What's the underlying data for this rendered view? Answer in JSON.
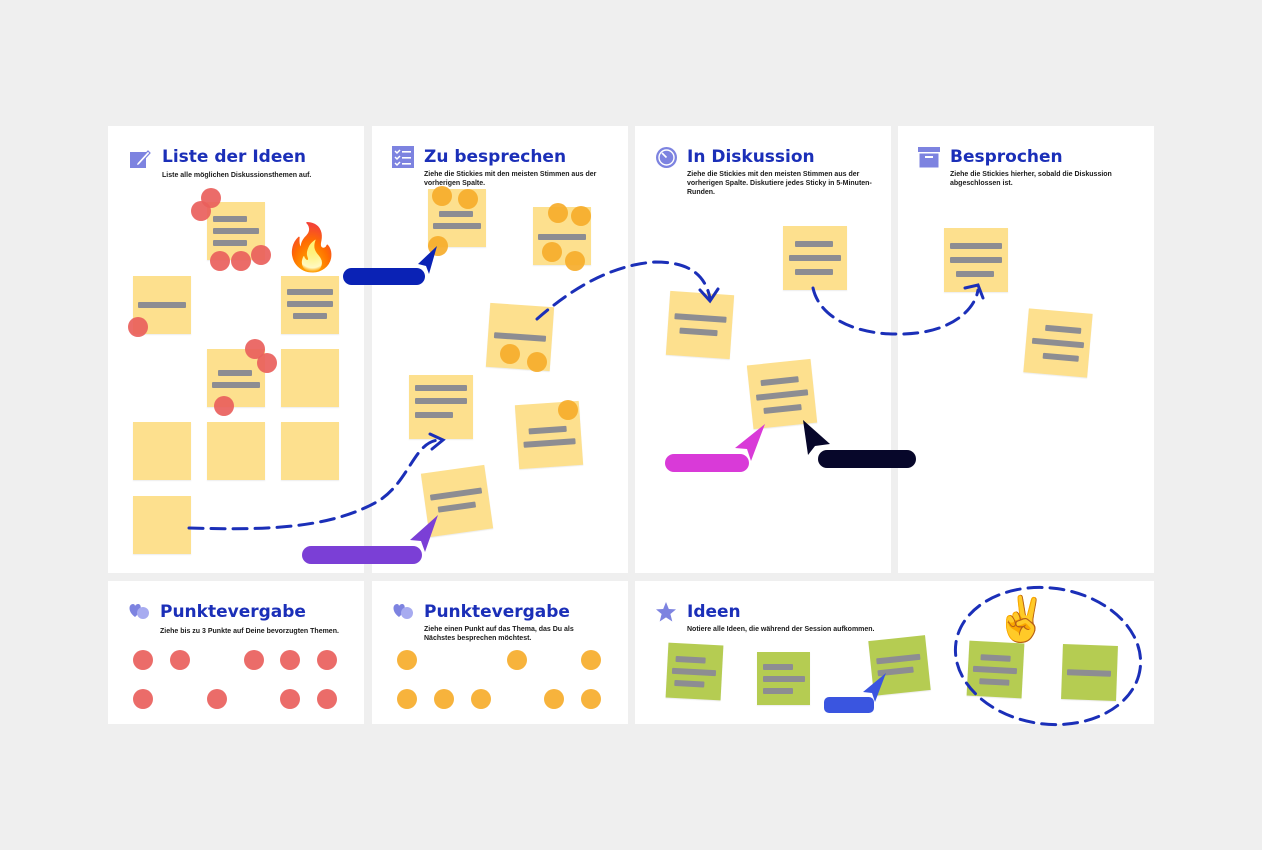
{
  "board": {
    "columns": [
      {
        "title": "Liste der Ideen",
        "icon": "pencil-edit-icon",
        "description": "Liste alle möglichen Diskussionsthemen auf."
      },
      {
        "title": "Zu besprechen",
        "icon": "checklist-icon",
        "description": "Ziehe die Stickies mit den meisten Stimmen aus der vorherigen Spalte."
      },
      {
        "title": "In Diskussion",
        "icon": "timer-icon",
        "description": "Ziehe die Stickies mit den meisten Stimmen aus der vorherigen Spalte. Diskutiere jedes Sticky in 5-Minuten-Runden."
      },
      {
        "title": "Besprochen",
        "icon": "archive-box-icon",
        "description": "Ziehe die Stickies hierher, sobald die Diskussion abgeschlossen ist."
      }
    ],
    "bottom_panels": [
      {
        "title": "Punktevergabe",
        "icon": "hearts-icon",
        "description": "Ziehe bis zu 3 Punkte auf Deine bevorzugten Themen."
      },
      {
        "title": "Punktevergabe",
        "icon": "hearts-icon",
        "description": "Ziehe einen Punkt auf das Thema, das Du als Nächstes besprechen möchtest."
      },
      {
        "title": "Ideen",
        "icon": "star-icon",
        "description": "Notiere alle Ideen, die während der Session aufkommen."
      }
    ]
  },
  "emoji": {
    "fire": "🔥",
    "victory_hand": "✌️"
  },
  "colors": {
    "title_blue": "#1b2fb8",
    "sticky_yellow": "#fde08e",
    "sticky_green": "#b5cc52",
    "dot_red": "#e9605c",
    "dot_orange": "#f6ac2b",
    "arrow_blue": "#1b2fb8",
    "cursor_blue": "#0a22b5",
    "cursor_purple": "#7b3fd6",
    "cursor_magenta": "#d93ad8",
    "cursor_black": "#07072a",
    "cursor_lightblue": "#3a55e0"
  }
}
